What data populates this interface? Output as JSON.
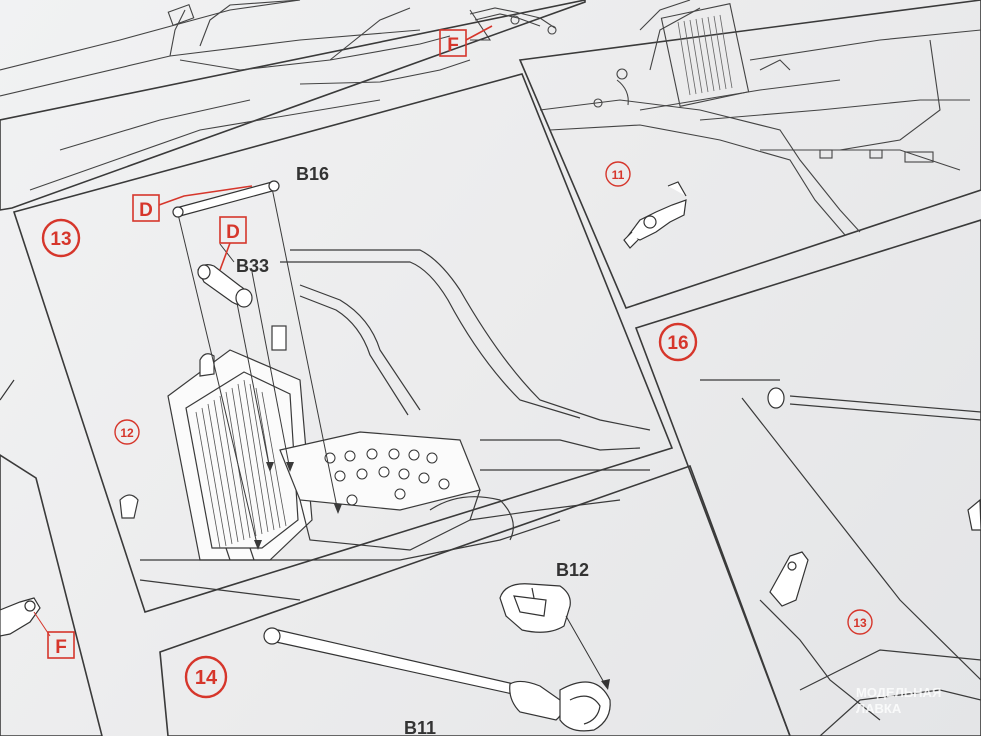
{
  "steps": {
    "step11": "11",
    "step12": "12",
    "step13": "13",
    "step13b": "13",
    "step14": "14",
    "step16": "16"
  },
  "parts": {
    "b16": "B16",
    "b33": "B33",
    "b12": "B12",
    "b11": "B11"
  },
  "paint_codes": {
    "d_top": "D",
    "d_mid": "D",
    "f_top": "F",
    "f_left": "F"
  },
  "watermark": {
    "line1": "МОДЕЛЬНАЯ",
    "line2": "ЛАВКА"
  },
  "colors": {
    "accent_red": "#d6362b",
    "line": "#3a3a3a",
    "paper": "#efeff0"
  }
}
